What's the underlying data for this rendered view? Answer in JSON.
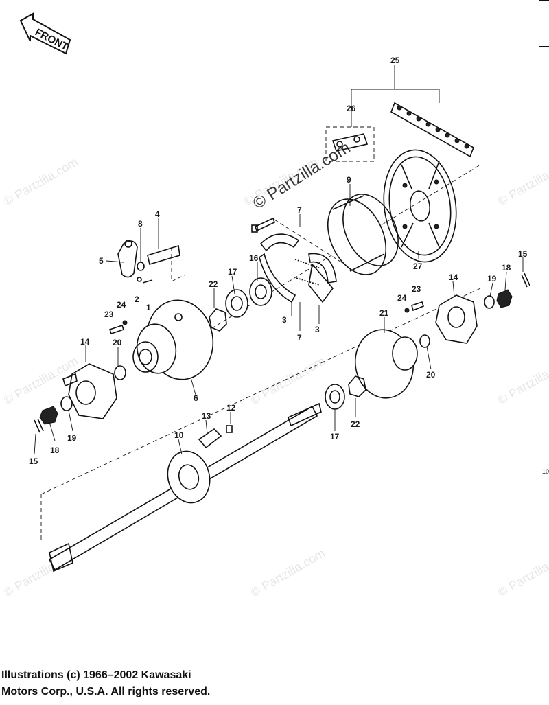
{
  "front_label": "FRONT",
  "watermark": "© Partzilla.com",
  "page_number": "10",
  "copyright_line1": "Illustrations (c) 1966–2002 Kawasaki",
  "copyright_line2": "Motors Corp., U.S.A.  All rights reserved.",
  "callouts": {
    "c1": "1",
    "c2": "2",
    "c3a": "3",
    "c3b": "3",
    "c4": "4",
    "c5": "5",
    "c6": "6",
    "c7a": "7",
    "c7b": "7",
    "c8": "8",
    "c9": "9",
    "c10": "10",
    "c12": "12",
    "c13": "13",
    "c14a": "14",
    "c14b": "14",
    "c15a": "15",
    "c15b": "15",
    "c16": "16",
    "c17a": "17",
    "c17b": "17",
    "c18a": "18",
    "c18b": "18",
    "c19a": "19",
    "c19b": "19",
    "c20a": "20",
    "c20b": "20",
    "c21": "21",
    "c22a": "22",
    "c22b": "22",
    "c23a": "23",
    "c23b": "23",
    "c24a": "24",
    "c24b": "24",
    "c25": "25",
    "c26": "26",
    "c27": "27"
  }
}
